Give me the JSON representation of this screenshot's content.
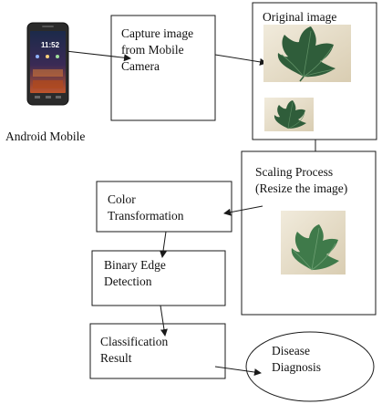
{
  "nodes": {
    "phone_caption": "Android Mobile",
    "capture": "Capture image\nfrom Mobile\nCamera",
    "original": "Original image",
    "scaling": "Scaling Process\n(Resize the image)",
    "color": "Color\nTransformation",
    "binary": "Binary Edge\nDetection",
    "classification": "Classification\nResult",
    "disease": "Disease\nDiagnosis"
  },
  "phone": {
    "time": "11:52"
  },
  "colors": {
    "stroke": "#1a1a1a",
    "leaf_dark": "#2f5d3a",
    "leaf_mid": "#3f7a4a",
    "background_beige": "#e9e1cf"
  }
}
